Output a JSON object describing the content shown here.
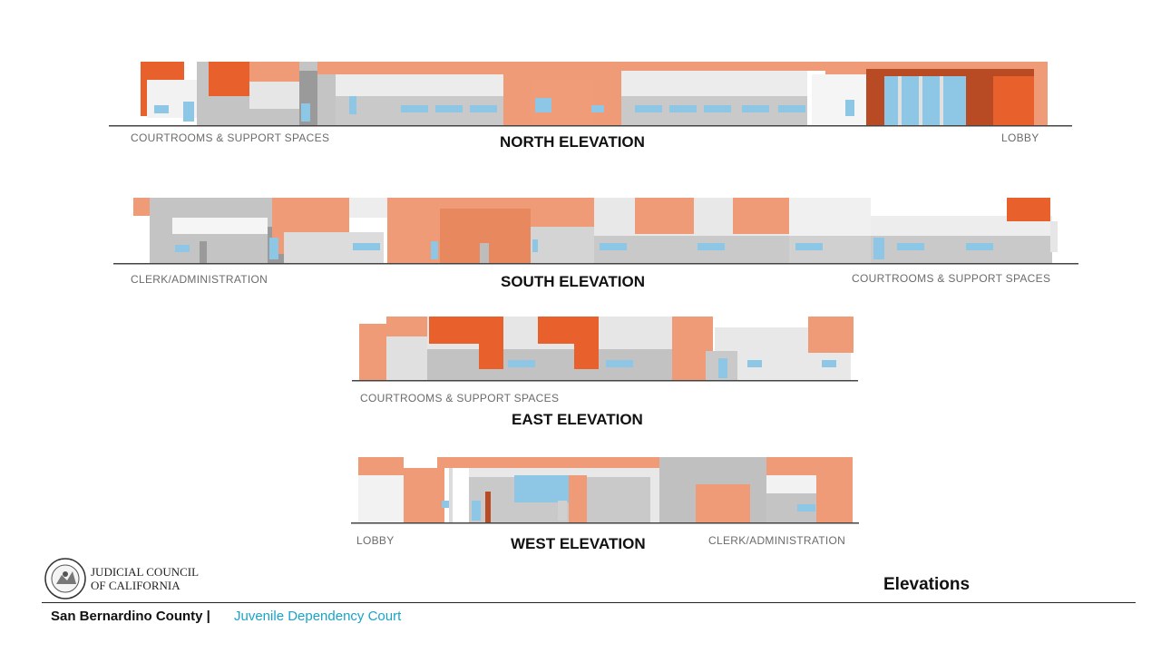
{
  "colors": {
    "accent_orange": "#e8602c",
    "salmon": "#ef9b78",
    "rust": "#b84a24",
    "light_gray": "#e6e6e6",
    "mid_gray": "#c2c2c2",
    "dark_gray": "#9a9a9a",
    "glass_blue": "#8ec6e6",
    "link_blue": "#1aa3c7"
  },
  "elevations": {
    "north": {
      "title": "NORTH ELEVATION",
      "left_label": "COURTROOMS & SUPPORT SPACES",
      "right_label": "LOBBY"
    },
    "south": {
      "title": "SOUTH ELEVATION",
      "left_label": "CLERK/ADMINISTRATION",
      "right_label": "COURTROOMS & SUPPORT SPACES"
    },
    "east": {
      "title": "EAST ELEVATION",
      "left_label": "COURTROOMS & SUPPORT SPACES"
    },
    "west": {
      "title": "WEST ELEVATION",
      "left_label": "LOBBY",
      "right_label": "CLERK/ADMINISTRATION"
    }
  },
  "footer": {
    "logo_line1": "JUDICIAL COUNCIL",
    "logo_line2": "OF CALIFORNIA",
    "slide_title": "Elevations",
    "county": "San Bernardino County |",
    "project": "Juvenile Dependency Court"
  }
}
